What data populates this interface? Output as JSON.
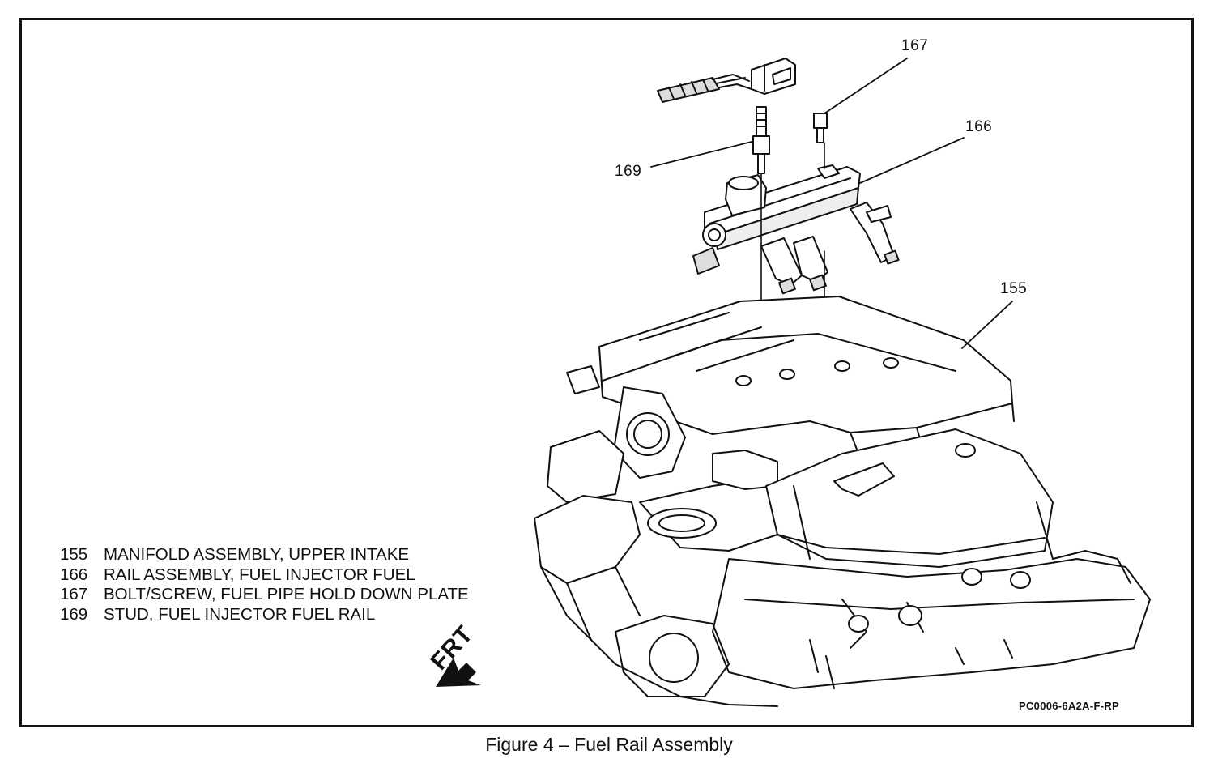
{
  "figure": {
    "caption": "Figure 4 – Fuel Rail Assembly",
    "code": "PC0006-6A2A-F-RP",
    "front_label": "FRT"
  },
  "callouts": [
    {
      "number": "167"
    },
    {
      "number": "166"
    },
    {
      "number": "169"
    },
    {
      "number": "155"
    }
  ],
  "legend": [
    {
      "number": "155",
      "text": "MANIFOLD ASSEMBLY, UPPER INTAKE"
    },
    {
      "number": "166",
      "text": "RAIL ASSEMBLY, FUEL INJECTOR FUEL"
    },
    {
      "number": "167",
      "text": "BOLT/SCREW, FUEL PIPE HOLD DOWN PLATE"
    },
    {
      "number": "169",
      "text": "STUD, FUEL INJECTOR FUEL RAIL"
    }
  ]
}
